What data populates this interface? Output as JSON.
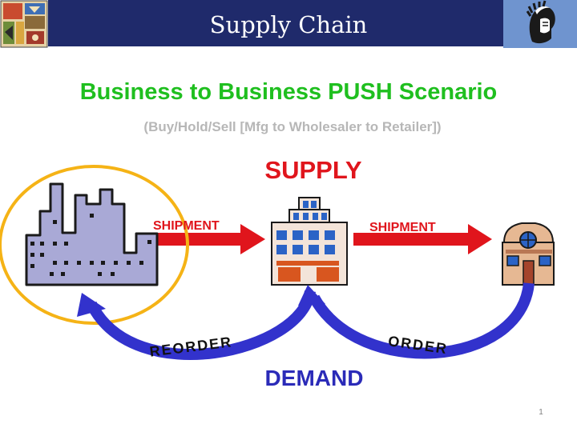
{
  "header": {
    "title": "Supply Chain"
  },
  "slide": {
    "title": "Business to Business PUSH Scenario",
    "subtitle": "(Buy/Hold/Sell [Mfg to Wholesaler to Retailer])",
    "page_number": "1"
  },
  "diagram": {
    "supply_label": "SUPPLY",
    "demand_label": "DEMAND",
    "shipment_label_1": "SHIPMENT",
    "shipment_label_2": "SHIPMENT",
    "reorder_label": "REORDER",
    "order_label": "ORDER",
    "icons": {
      "factory": "factory-icon",
      "wholesaler": "office-building-icon",
      "retailer": "storefront-icon",
      "logo_left": "collage-logo-icon",
      "logo_right": "spartan-helmet-icon"
    },
    "colors": {
      "header": "#1f2a6b",
      "supply": "#e0151c",
      "demand": "#2b2bb8",
      "highlight_circle": "#f5b316",
      "title": "#1fbf1f"
    }
  }
}
